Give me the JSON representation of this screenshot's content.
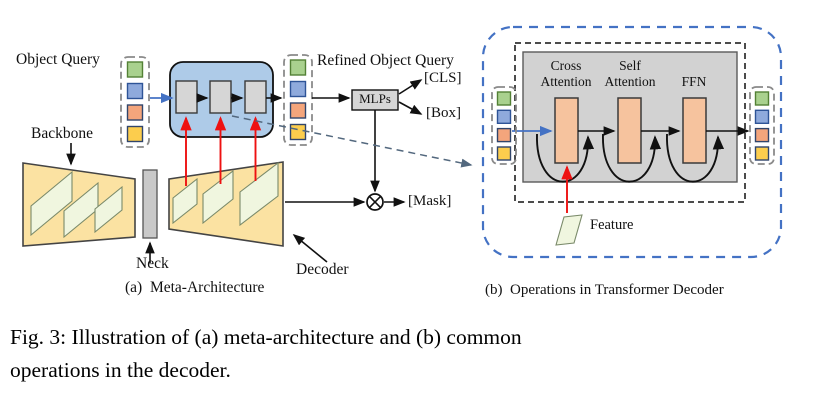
{
  "figure": {
    "panel_a": {
      "caption": "(a)  Meta-Architecture",
      "labels": {
        "object_query": "Object Query",
        "refined_object_query": "Refined Object Query",
        "backbone": "Backbone",
        "neck": "Neck",
        "decoder": "Decoder",
        "mlps": "MLPs",
        "cls": "[CLS]",
        "box": "[Box]",
        "mask": "[Mask]"
      }
    },
    "panel_b": {
      "caption": "(b)  Operations in Transformer Decoder",
      "labels": {
        "cross_attention": "Cross\nAttention",
        "self_attention": "Self\nAttention",
        "ffn": "FFN",
        "feature": "Feature"
      }
    },
    "fig_caption": "Fig. 3: Illustration of (a) meta-architecture and (b) common\noperations in the decoder.",
    "token_colors": [
      "green",
      "blue",
      "orange",
      "yellow"
    ]
  },
  "colors": {
    "green": "#A9D18E",
    "green_bd": "#538135",
    "blue": "#8FAADC",
    "blue_bd": "#2E5497",
    "orange": "#F4A57C",
    "orange_bd": "#31456B",
    "yellow": "#FCCD4D",
    "yellow_bd": "#31456B",
    "trap": "#FBE2A2",
    "trap_bd": "#444444",
    "fmap": "#F0F6DF",
    "fmap_bd": "#7A8A6A",
    "bluebox": "#AECBE8",
    "gray_rect": "#D6D6D6",
    "neck": "#C9C9C9",
    "panelb_gray": "#D2D2D2",
    "attn": "#F6C39E",
    "accent_blue": "#4472C4",
    "red": "#EE1111",
    "slate": "#53687E",
    "dash_gray": "#8A8A8A",
    "ink": "#111111"
  }
}
